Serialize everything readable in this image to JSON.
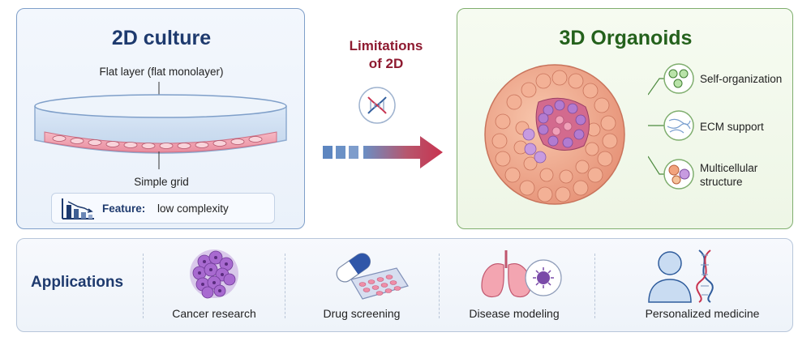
{
  "left_panel": {
    "title": "2D culture",
    "layer_label": "Flat layer (flat monolayer)",
    "grid_label": "Simple grid",
    "feature_label": "Feature:",
    "feature_value": "low complexity"
  },
  "center": {
    "title_line1": "Limitations",
    "title_line2": "of 2D"
  },
  "right_panel": {
    "title": "3D Organoids",
    "features": [
      {
        "label_line1": "Self-organization",
        "label_line2": "",
        "icon": "cells-cluster-icon"
      },
      {
        "label_line1": "ECM support",
        "label_line2": "",
        "icon": "ecm-fibers-icon"
      },
      {
        "label_line1": "Multicellular",
        "label_line2": "structure",
        "icon": "multicell-icon"
      }
    ]
  },
  "applications": {
    "title": "Applications",
    "items": [
      {
        "label": "Cancer research",
        "icon": "tumor-cells-icon"
      },
      {
        "label": "Drug screening",
        "icon": "capsule-plate-icon"
      },
      {
        "label": "Disease modeling",
        "icon": "lungs-virus-icon"
      },
      {
        "label": "Personalized medicine",
        "icon": "person-dna-icon"
      }
    ]
  },
  "colors": {
    "left_border": "#7f9fc9",
    "right_border": "#7fae6e",
    "left_title": "#1e3a6e",
    "right_title": "#24611c",
    "limits_title": "#8e1a30",
    "arrow": "#c8334f"
  }
}
